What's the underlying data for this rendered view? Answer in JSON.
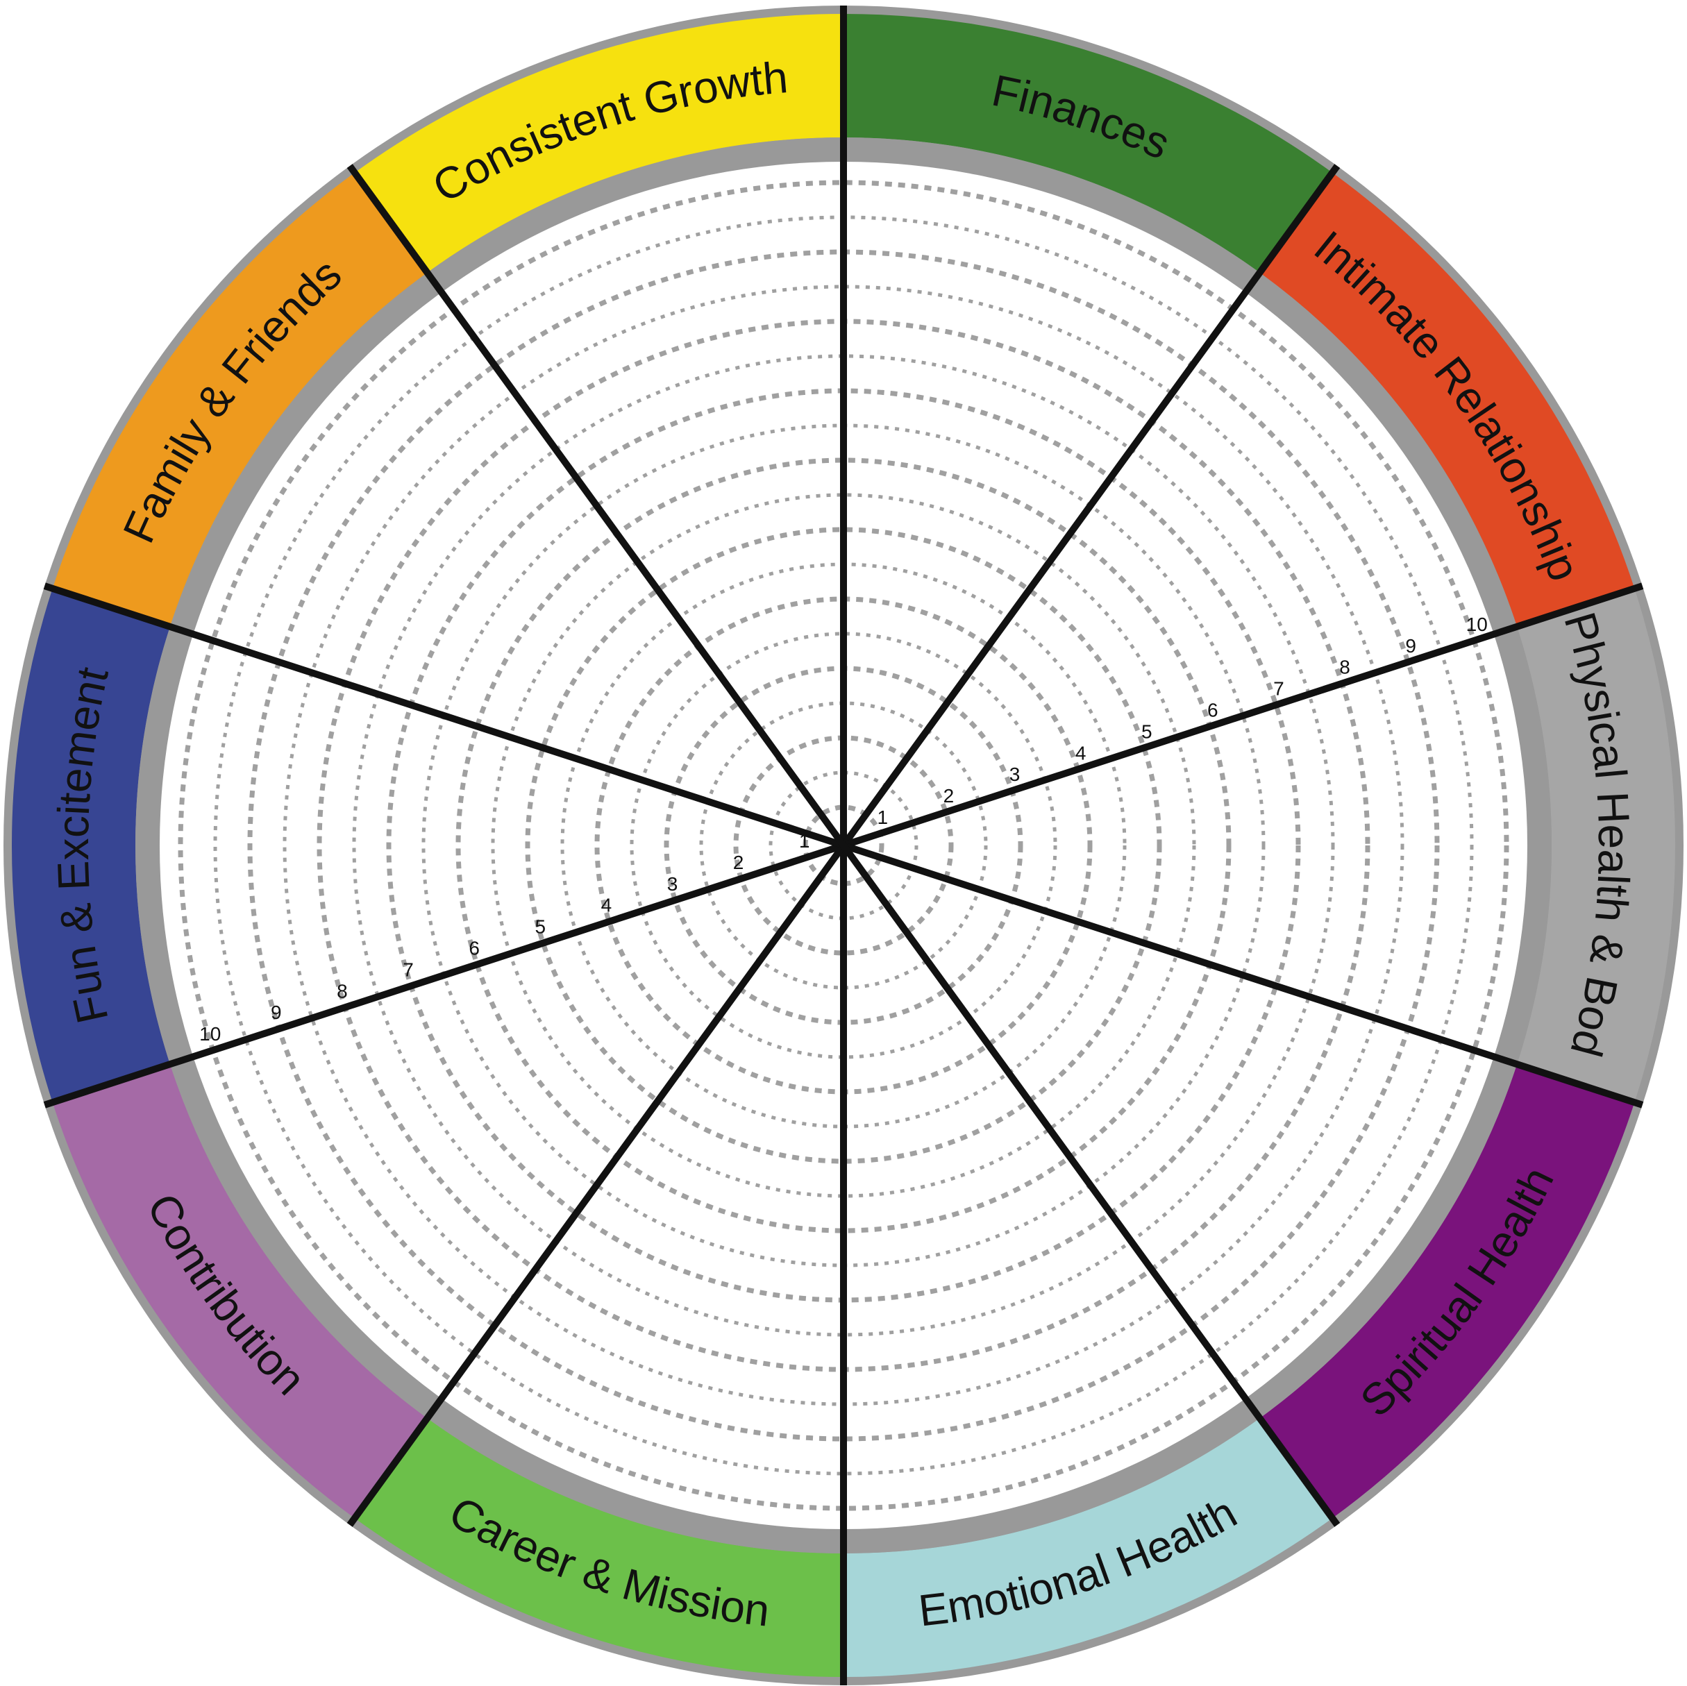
{
  "wheel": {
    "segments": [
      {
        "label": "Finances",
        "color": "#3a8031"
      },
      {
        "label": "Intimate Relationship",
        "color": "#e04a24"
      },
      {
        "label": "Physical Health & Body",
        "color": "#a6a6a6"
      },
      {
        "label": "Spiritual Health",
        "color": "#7a137c"
      },
      {
        "label": "Emotional Health",
        "color": "#a6d6d8"
      },
      {
        "label": "Career & Mission",
        "color": "#6cc04a"
      },
      {
        "label": "Contribution",
        "color": "#a56aa6"
      },
      {
        "label": "Fun & Excitement",
        "color": "#374593"
      },
      {
        "label": "Family & Friends",
        "color": "#ee9a1e"
      },
      {
        "label": "Consistent Growth",
        "color": "#f6e10f"
      }
    ],
    "scale": [
      "1",
      "2",
      "3",
      "4",
      "5",
      "6",
      "7",
      "8",
      "9",
      "10"
    ],
    "outer_border_color": "#999999",
    "divider_color": "#111111",
    "ring_color": "#a0a0a0"
  }
}
